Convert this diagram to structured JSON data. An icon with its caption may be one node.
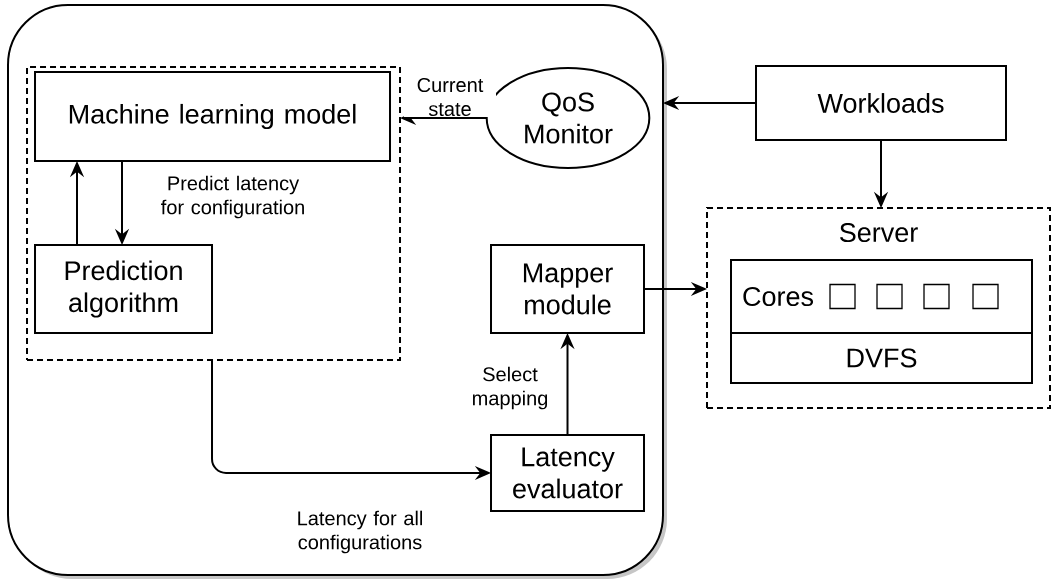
{
  "diagram": {
    "nodes": [
      {
        "text": [],
        "shape": "box"
      },
      {
        "text": [],
        "shape": "box",
        "in": 0
      },
      {
        "text": [
          "Machine learning model"
        ],
        "in": 1
      },
      {
        "text": [
          "Prediction algorithm"
        ],
        "in": 1
      },
      {
        "text": [
          "QoS Monitor"
        ],
        "in": 0
      },
      {
        "text": [
          "Mapper module"
        ],
        "in": 0
      },
      {
        "text": [
          "Latency evaluator"
        ],
        "in": 0
      },
      {
        "text": [
          "Workloads"
        ]
      },
      {
        "text": [
          "Server"
        ]
      },
      {
        "text": [
          "Cores"
        ],
        "in": 8
      },
      {
        "text": [
          "DVFS"
        ],
        "in": 8
      }
    ],
    "edges": [
      {
        "from": 4,
        "to": 1,
        "arrow": "to",
        "label": "Current state"
      },
      {
        "from": 7,
        "to": 0,
        "arrow": "to"
      },
      {
        "from": 2,
        "to": 3,
        "arrow": "to",
        "label": "Predict latency for configuration"
      },
      {
        "from": 3,
        "to": 2,
        "arrow": "to"
      },
      {
        "from": 1,
        "to": 6,
        "arrow": "to",
        "label": "Latency for all configurations"
      },
      {
        "from": 6,
        "to": 5,
        "arrow": "to",
        "label": "Select mapping"
      },
      {
        "from": 5,
        "to": 8,
        "arrow": "to"
      },
      {
        "from": 7,
        "to": 8,
        "arrow": "to"
      }
    ]
  }
}
